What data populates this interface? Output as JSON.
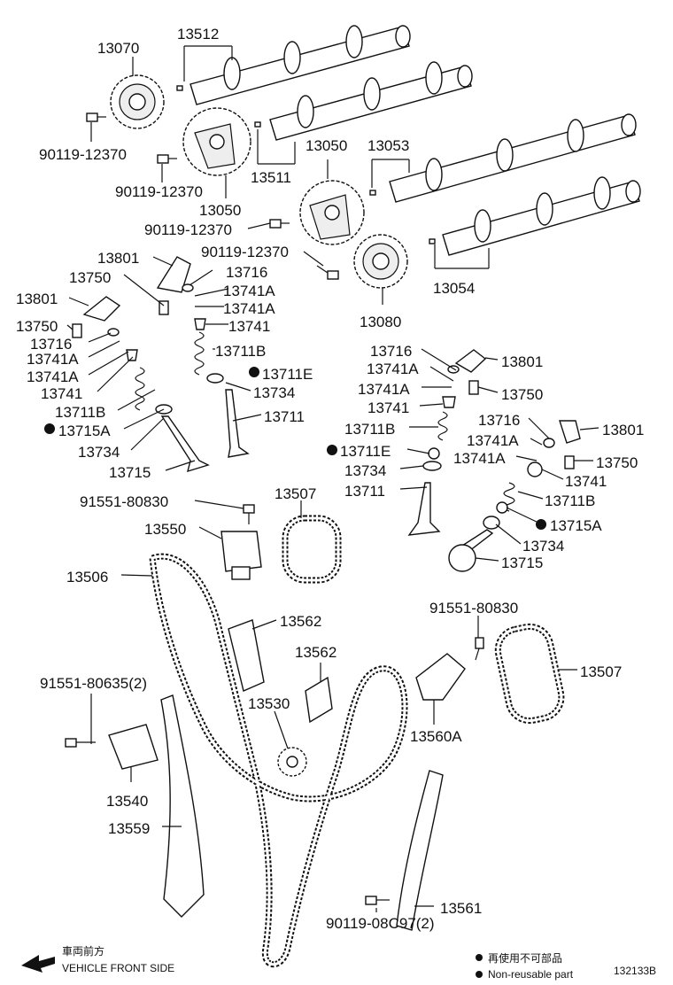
{
  "labels": {
    "l13070": "13070",
    "l13512": "13512",
    "l90119a": "90119-12370",
    "l90119b": "90119-12370",
    "l13511": "13511",
    "l13050a": "13050",
    "l13050b": "13050",
    "l13053": "13053",
    "l90119c": "90119-12370",
    "l90119d": "90119-12370",
    "l13054": "13054",
    "l13080": "13080",
    "l13801a": "13801",
    "l13716a": "13716",
    "l13750a": "13750",
    "l13741Aa": "13741A",
    "l13741Ab": "13741A",
    "l13801b": "13801",
    "l13741a": "13741",
    "l13750b": "13750",
    "l13711Ba": "13711B",
    "l13716b": "13716",
    "l13711Ea": "13711E",
    "l13741Ac": "13741A",
    "l13741Ad": "13741A",
    "l13734a": "13734",
    "l13741b": "13741",
    "l13711a": "13711",
    "l13711Bb": "13711B",
    "l13715Aa": "13715A",
    "l13734b": "13734",
    "l13715a": "13715",
    "l13716c": "13716",
    "l13801c": "13801",
    "l13741Ae": "13741A",
    "l13741Af": "13741A",
    "l13750c": "13750",
    "l13741c": "13741",
    "l13711Bc": "13711B",
    "l13711Eb": "13711E",
    "l13734c": "13734",
    "l13711b": "13711",
    "l13716d": "13716",
    "l13801d": "13801",
    "l13741Ag": "13741A",
    "l13741Ah": "13741A",
    "l13750d": "13750",
    "l13741d": "13741",
    "l13711Bd": "13711B",
    "l13715Ab": "13715A",
    "l13734d": "13734",
    "l13715b": "13715",
    "l91551a": "91551-80830",
    "l13507a": "13507",
    "l13550": "13550",
    "l13506": "13506",
    "l13562a": "13562",
    "l91551b": "91551-80830",
    "l13562b": "13562",
    "l13507b": "13507",
    "l91551c": "91551-80635(2)",
    "l13530": "13530",
    "l13560A": "13560A",
    "l13540": "13540",
    "l13559": "13559",
    "l13561": "13561",
    "l90119e": "90119-08C97(2)"
  },
  "legend": {
    "front_jp": "車両前方",
    "front_en": "VEHICLE FRONT SIDE",
    "nonreuse_jp": "再使用不可部品",
    "nonreuse_en": "Non-reusable part"
  },
  "diagram_id": "132133B"
}
